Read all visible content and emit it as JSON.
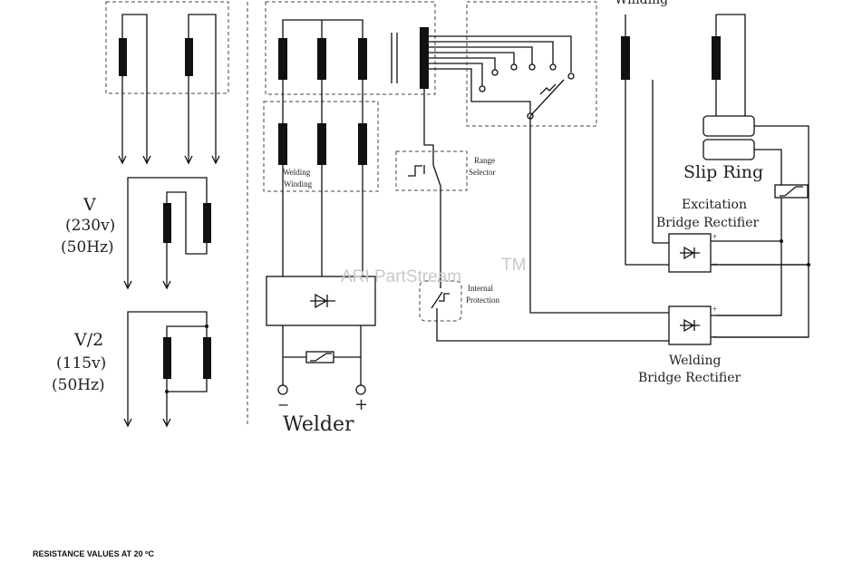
{
  "labels": {
    "v_full": "V",
    "v_full_volt": "(230v)",
    "v_full_freq": "(50Hz)",
    "v_half": "V/2",
    "v_half_volt": "(115v)",
    "v_half_freq": "(50Hz)",
    "welding_winding_1": "Welding",
    "welding_winding_2": "Winding",
    "range_selector_1": "Range",
    "range_selector_2": "Selector",
    "internal_protection_1": "Internal",
    "internal_protection_2": "Protection",
    "winding_top": "Winding",
    "slip_ring": "Slip Ring",
    "excitation_1": "Excitation",
    "excitation_2": "Bridge Rectifier",
    "welding_rect_1": "Welding",
    "welding_rect_2": "Bridge Rectifier",
    "welder": "Welder",
    "minus": "−",
    "plus": "+",
    "rect_plus": "+",
    "rect_minus": "−",
    "watermark": "ARI PartStream",
    "tm": "TM"
  },
  "footer": {
    "resistance_title": "RESISTANCE VALUES AT 20 ºC"
  }
}
